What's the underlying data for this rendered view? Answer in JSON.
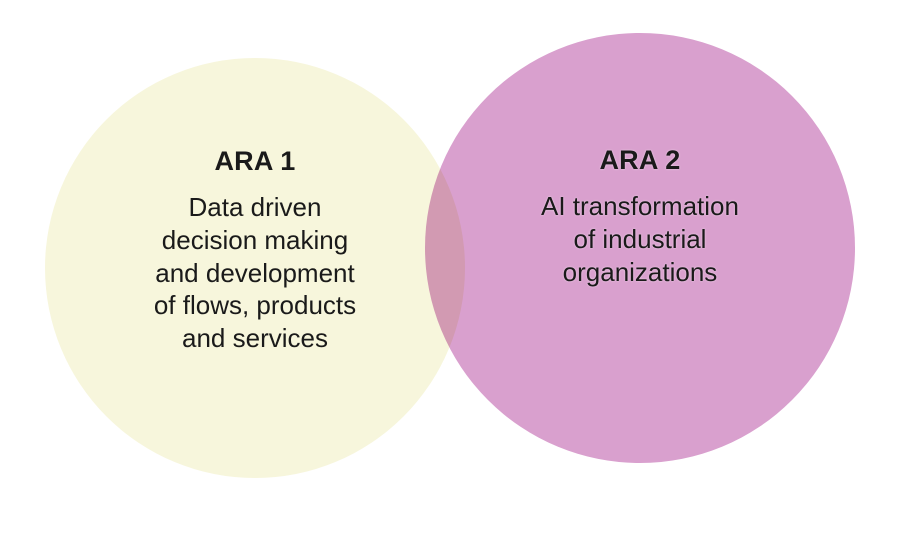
{
  "diagram": {
    "type": "venn",
    "background_color": "#ffffff",
    "text_color": "#1a1a1a",
    "circles": [
      {
        "id": "ara1",
        "title": "ARA 1",
        "body": "Data driven\ndecision making\nand development\nof flows, products\nand services",
        "fill_color": "#f7f6dc",
        "position": "left"
      },
      {
        "id": "ara2",
        "title": "ARA 2",
        "body": "AI transformation\nof industrial\norganizations",
        "fill_color": "#d9a0ce",
        "position": "right"
      }
    ]
  }
}
